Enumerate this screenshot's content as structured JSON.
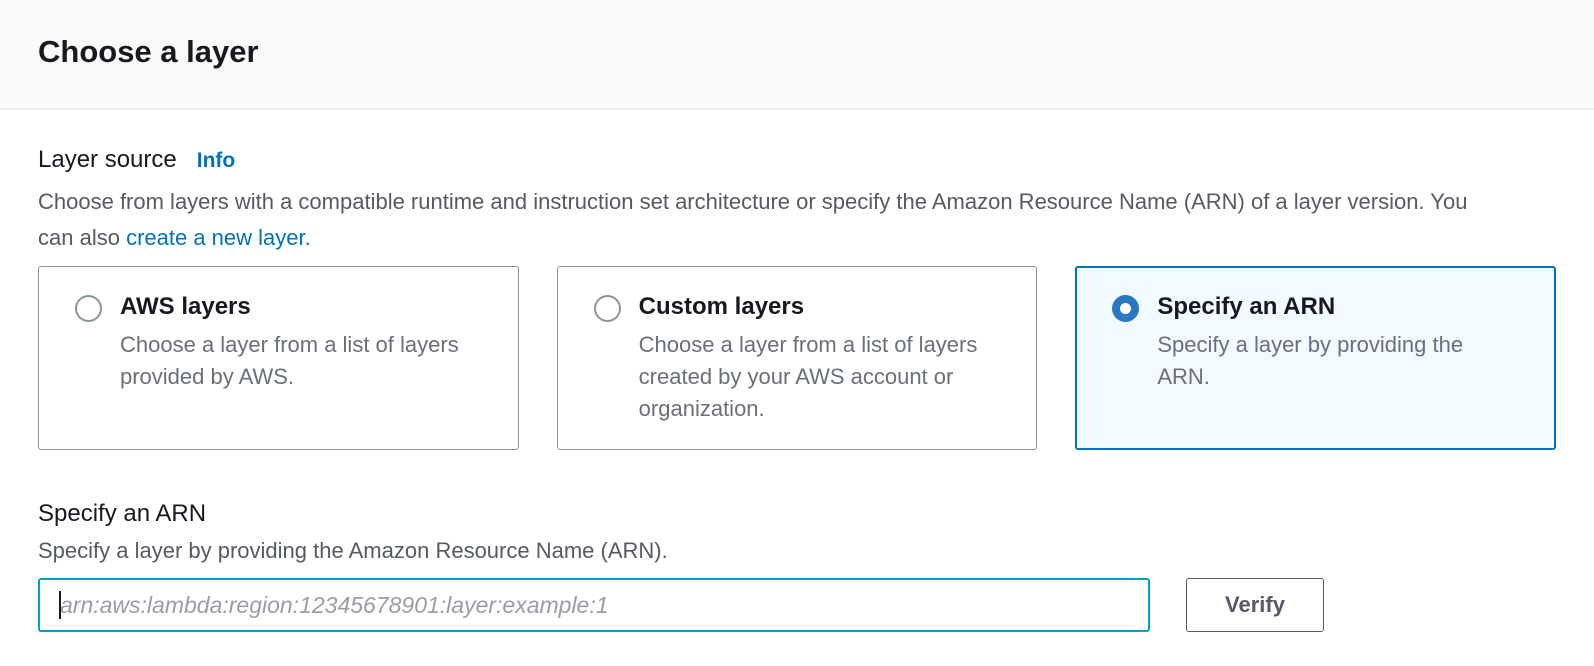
{
  "colors": {
    "accent_blue": "#0073bb",
    "selected_tile_background": "#f1faff",
    "selected_radio_blue": "#2b77c0",
    "input_focus_border": "#00a1c9",
    "text_dark": "#16191f",
    "text_gray": "#545b64",
    "tile_border_gray": "#879596",
    "header_divider": "#eaeded"
  },
  "header": {
    "title": "Choose a layer"
  },
  "layer_source": {
    "label": "Layer source",
    "info_label": "Info",
    "description": "Choose from layers with a compatible runtime and instruction set architecture or specify the Amazon Resource Name (ARN) of a layer version. You can also",
    "create_layer_link": "create a new layer.",
    "options": [
      {
        "title": "AWS layers",
        "description": "Choose a layer from a list of layers provided by AWS.",
        "selected": false
      },
      {
        "title": "Custom layers",
        "description": "Choose a layer from a list of layers created by your AWS account or organization.",
        "selected": false
      },
      {
        "title": "Specify an ARN",
        "description": "Specify a layer by providing the ARN.",
        "selected": true
      }
    ]
  },
  "arn_section": {
    "title": "Specify an ARN",
    "description": "Specify a layer by providing the Amazon Resource Name (ARN).",
    "input_value": "",
    "input_placeholder": "arn:aws:lambda:region:12345678901:layer:example:1",
    "verify_label": "Verify"
  }
}
